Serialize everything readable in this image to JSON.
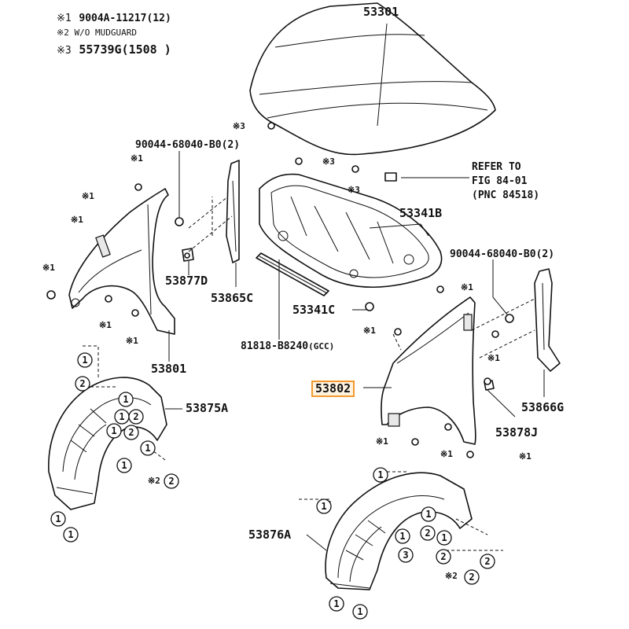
{
  "legend": [
    {
      "mark": "※1",
      "text": "9004A-11217(12)"
    },
    {
      "mark": "※2",
      "text": "W/O MUDGUARD"
    },
    {
      "mark": "※3",
      "text": "55739G(1508      )"
    }
  ],
  "parts": {
    "hood": "53301",
    "bolt_right": "90044-68040-B0(2)",
    "bolt_left": "90044-68040-B0(2)",
    "hood_insulator": "53341B",
    "hood_seal": "53341C",
    "fender_bracket_left": "53877D",
    "fender_protector_left": "53865C",
    "seal_strip": "81818-B8240",
    "seal_strip_suffix": "(GCC)",
    "fender_left": "53801",
    "fender_right": "53802",
    "fender_protector_right": "53866G",
    "fender_bracket_right": "53878J",
    "liner_left": "53875A",
    "liner_right": "53876A"
  },
  "refer": {
    "line1": "REFER TO",
    "line2": "FIG 84-01",
    "line3": "(PNC 84518)"
  },
  "marks": {
    "m1": "※1",
    "m2": "※2",
    "m3": "※3",
    "c1": "1",
    "c2": "2",
    "c3": "3"
  },
  "colors": {
    "line": "#111111",
    "highlight_border": "#f29a2e",
    "highlight_fill": "#fff3e0"
  }
}
